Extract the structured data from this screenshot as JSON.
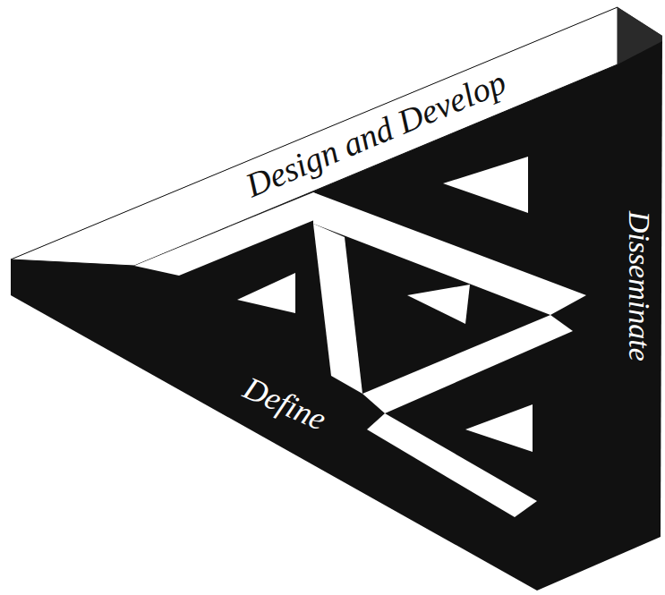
{
  "diagram": {
    "labels": [
      "Design and Develop",
      "Disseminate",
      "Define"
    ]
  }
}
